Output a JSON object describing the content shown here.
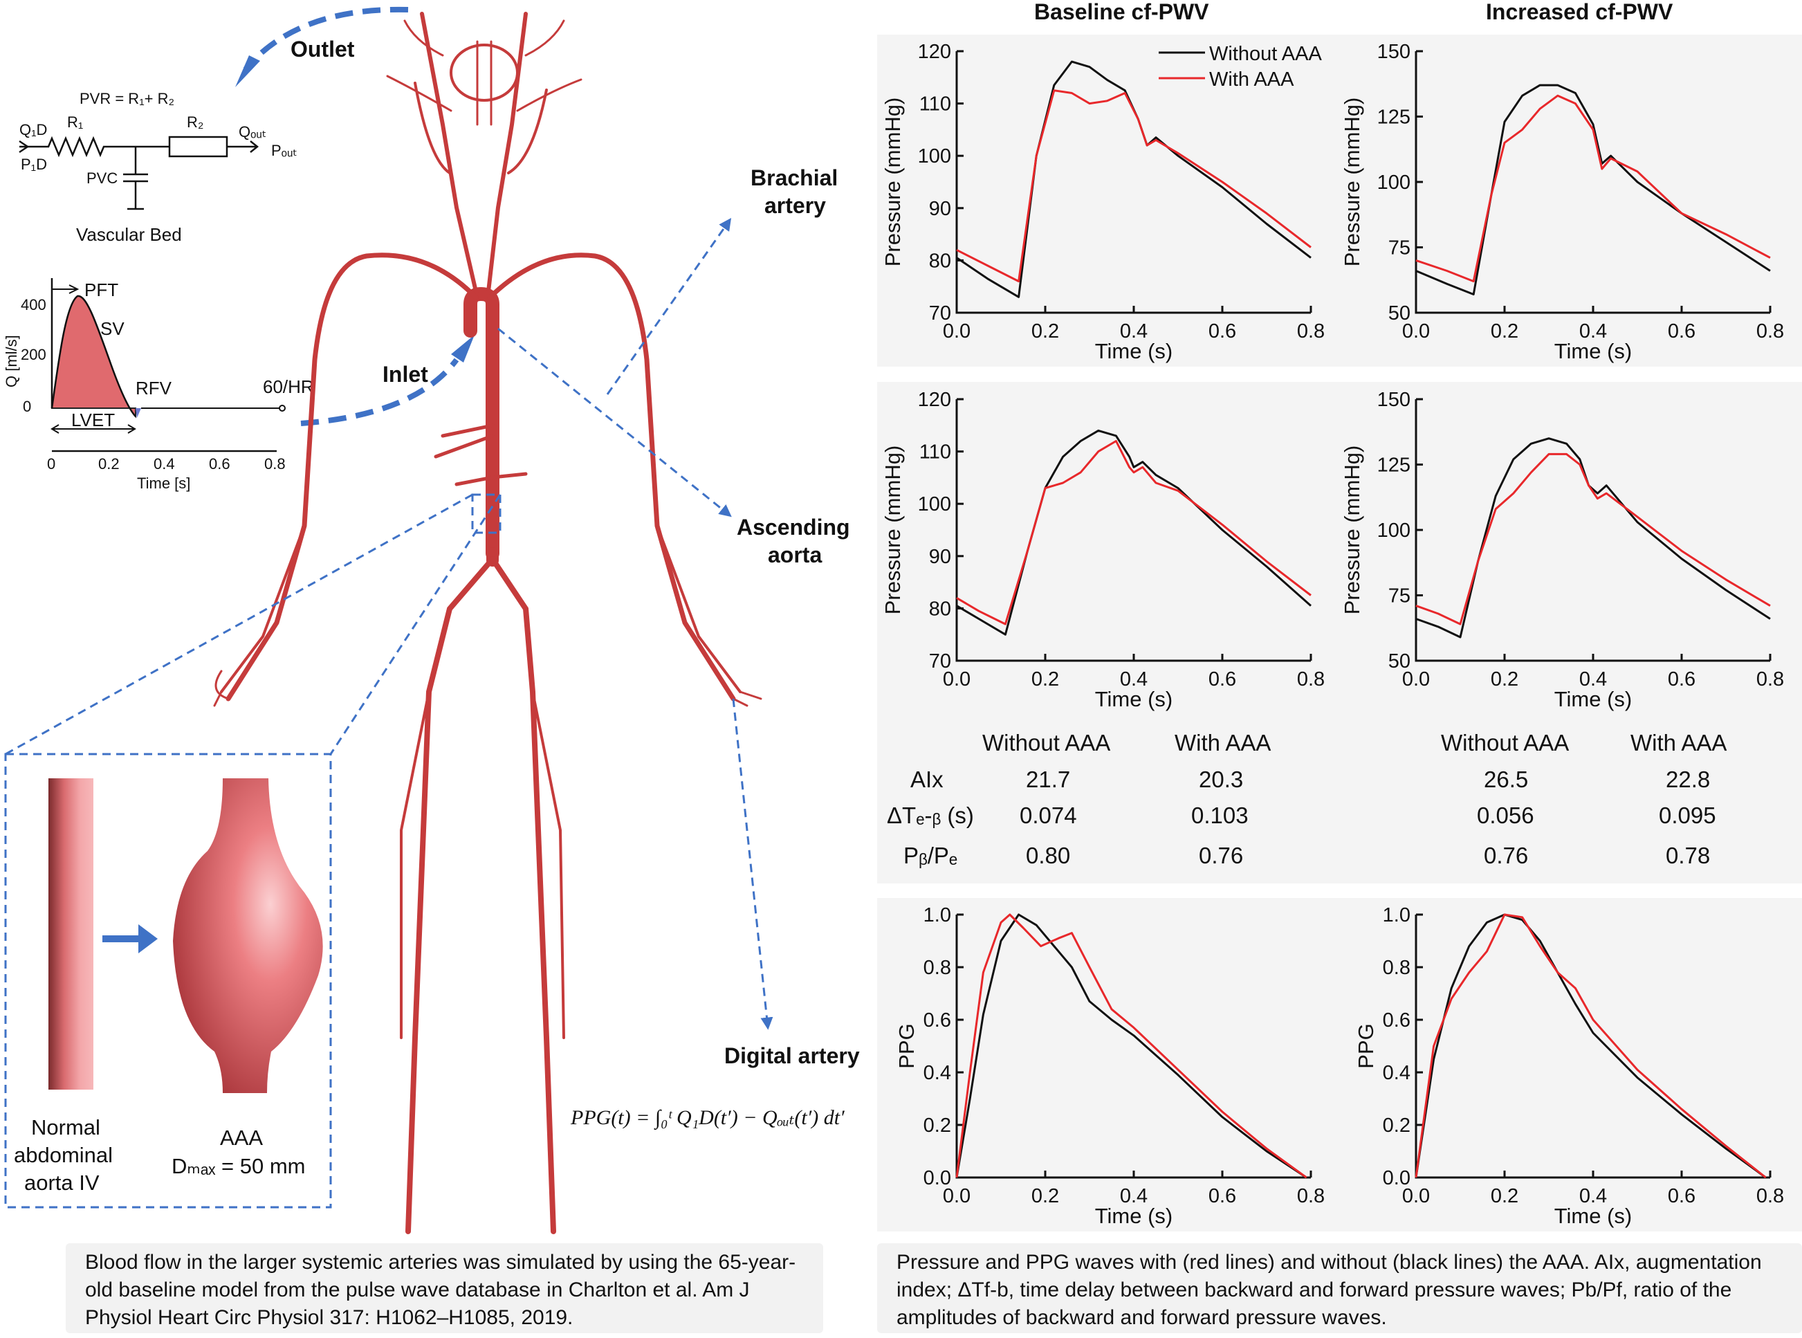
{
  "column_titles": [
    "Baseline cf-PWV",
    "Increased cf-PWV"
  ],
  "labels": {
    "outlet": "Outlet",
    "inlet": "Inlet",
    "brachial": [
      "Brachial",
      "artery"
    ],
    "ascending": [
      "Ascending",
      "aorta"
    ],
    "digital": "Digital artery"
  },
  "circuit": {
    "pvr": "PVR = R₁+ R₂",
    "q1d": "Q₁D",
    "p1d": "P₁D",
    "r1": "R₁",
    "r2": "R₂",
    "qout": "Qₒᵤₜ",
    "pout": "Pₒᵤₜ",
    "pvc": "PVC",
    "bed": "Vascular Bed"
  },
  "inflow": {
    "pft": "PFT",
    "sv": "SV",
    "rfv": "RFV",
    "lvet": "LVET",
    "hr": "60/HR",
    "ylabel": "Q  [ml/s]",
    "xlabel": "Time [s]",
    "yticks": [
      "0",
      "200",
      "400"
    ],
    "xticks": [
      "0",
      "0.2",
      "0.4",
      "0.6",
      "0.8"
    ]
  },
  "aaa": {
    "normal": [
      "Normal",
      "abdominal",
      "aorta IV"
    ],
    "aaa": "AAA",
    "dmax": "Dₘₐₓ = 50 mm"
  },
  "ppg_formula": "PPG(t) = ∫₀ᵗ Q₁D(t′) − Qₒᵤₜ(t′) dt′",
  "legend": [
    "Without AAA",
    "With AAA"
  ],
  "colors": {
    "without": "#111111",
    "with": "#e8282b",
    "artery": "#c53b3b",
    "dash": "#3f72c6",
    "aaa_fill": "#e4676b"
  },
  "table": {
    "headers": [
      "Without AAA",
      "With AAA",
      "Without AAA",
      "With AAA"
    ],
    "rows": [
      {
        "label": "AIx",
        "values": [
          "21.7",
          "20.3",
          "26.5",
          "22.8"
        ]
      },
      {
        "label": "ΔTₑ-ᵦ (s)",
        "values": [
          "0.074",
          "0.103",
          "0.056",
          "0.095"
        ]
      },
      {
        "label": "Pᵦ/Pₑ",
        "values": [
          "0.80",
          "0.76",
          "0.76",
          "0.78"
        ]
      }
    ]
  },
  "caption_left": "Blood flow in the larger systemic arteries was simulated by using the 65-year-old baseline model from the pulse wave database in Charlton et al. Am J Physiol Heart Circ Physiol 317: H1062–H1085, 2019.",
  "caption_right": "Pressure and PPG waves with (red lines) and without (black lines) the AAA. AIx, augmentation index; ΔTf-b, time delay between backward and forward pressure waves; Pb/Pf, ratio of the amplitudes of backward and forward pressure waves.",
  "chart_data": [
    {
      "type": "line",
      "title": "",
      "xlabel": "Time (s)",
      "ylabel": "Pressure (mmHg)",
      "xlim": [
        0,
        0.8
      ],
      "ylim": [
        70,
        120
      ],
      "xticks": [
        0.0,
        0.2,
        0.4,
        0.6,
        0.8
      ],
      "yticks": [
        70,
        80,
        90,
        100,
        110,
        120
      ],
      "legend": "top-right",
      "series": [
        {
          "name": "Without AAA",
          "x": [
            0,
            0.07,
            0.14,
            0.18,
            0.22,
            0.26,
            0.3,
            0.34,
            0.38,
            0.41,
            0.43,
            0.45,
            0.5,
            0.6,
            0.7,
            0.8
          ],
          "y": [
            80.5,
            76.5,
            73,
            100,
            113.5,
            118,
            117,
            114.5,
            112.5,
            107,
            102,
            103.5,
            100,
            94,
            87,
            80.5
          ]
        },
        {
          "name": "With AAA",
          "x": [
            0,
            0.07,
            0.14,
            0.18,
            0.22,
            0.26,
            0.3,
            0.34,
            0.38,
            0.41,
            0.43,
            0.45,
            0.5,
            0.6,
            0.7,
            0.8
          ],
          "y": [
            82,
            79,
            76,
            100,
            112.5,
            112,
            110,
            110.5,
            112,
            107,
            102,
            103,
            100.5,
            95,
            89,
            82.5
          ]
        }
      ]
    },
    {
      "type": "line",
      "title": "",
      "xlabel": "Time (s)",
      "ylabel": "Pressure (mmHg)",
      "xlim": [
        0,
        0.8
      ],
      "ylim": [
        50,
        150
      ],
      "xticks": [
        0.0,
        0.2,
        0.4,
        0.6,
        0.8
      ],
      "yticks": [
        50,
        75,
        100,
        125,
        150
      ],
      "series": [
        {
          "name": "Without AAA",
          "x": [
            0,
            0.07,
            0.13,
            0.17,
            0.2,
            0.24,
            0.28,
            0.32,
            0.36,
            0.4,
            0.42,
            0.44,
            0.5,
            0.6,
            0.7,
            0.8
          ],
          "y": [
            66,
            61,
            57,
            95,
            123,
            133,
            137,
            137,
            134,
            122,
            107,
            110,
            100,
            88,
            77,
            66
          ]
        },
        {
          "name": "With AAA",
          "x": [
            0,
            0.07,
            0.13,
            0.17,
            0.2,
            0.24,
            0.28,
            0.32,
            0.36,
            0.4,
            0.42,
            0.44,
            0.5,
            0.6,
            0.7,
            0.8
          ],
          "y": [
            70,
            66,
            62,
            95,
            115,
            120,
            128,
            133,
            130,
            120,
            105,
            109,
            104,
            88,
            80,
            71
          ]
        }
      ]
    },
    {
      "type": "line",
      "title": "",
      "xlabel": "Time (s)",
      "ylabel": "Pressure (mmHg)",
      "xlim": [
        0,
        0.8
      ],
      "ylim": [
        70,
        120
      ],
      "xticks": [
        0.0,
        0.2,
        0.4,
        0.6,
        0.8
      ],
      "yticks": [
        70,
        80,
        90,
        100,
        110,
        120
      ],
      "series": [
        {
          "name": "Without AAA",
          "x": [
            0,
            0.05,
            0.11,
            0.16,
            0.2,
            0.24,
            0.28,
            0.32,
            0.36,
            0.39,
            0.4,
            0.42,
            0.45,
            0.5,
            0.6,
            0.7,
            0.8
          ],
          "y": [
            80.5,
            78,
            75,
            91,
            103,
            109,
            112,
            114,
            113,
            109,
            107,
            108,
            105.5,
            103,
            95,
            88,
            80.5
          ]
        },
        {
          "name": "With AAA",
          "x": [
            0,
            0.05,
            0.11,
            0.16,
            0.2,
            0.24,
            0.28,
            0.32,
            0.36,
            0.39,
            0.4,
            0.42,
            0.45,
            0.5,
            0.6,
            0.7,
            0.8
          ],
          "y": [
            82,
            79.5,
            77,
            91,
            103,
            104,
            106,
            110,
            112,
            107,
            106,
            107,
            104,
            102.5,
            96,
            89,
            82.5
          ]
        }
      ]
    },
    {
      "type": "line",
      "title": "",
      "xlabel": "Time (s)",
      "ylabel": "Pressure (mmHg)",
      "xlim": [
        0,
        0.8
      ],
      "ylim": [
        50,
        150
      ],
      "xticks": [
        0.0,
        0.2,
        0.4,
        0.6,
        0.8
      ],
      "yticks": [
        50,
        75,
        100,
        125,
        150
      ],
      "series": [
        {
          "name": "Without AAA",
          "x": [
            0,
            0.05,
            0.1,
            0.14,
            0.18,
            0.22,
            0.26,
            0.3,
            0.34,
            0.37,
            0.39,
            0.41,
            0.43,
            0.5,
            0.6,
            0.7,
            0.8
          ],
          "y": [
            66,
            63,
            59,
            88,
            113,
            127,
            133,
            135,
            133,
            127,
            117,
            114,
            117,
            103,
            89,
            77,
            66
          ]
        },
        {
          "name": "With AAA",
          "x": [
            0,
            0.05,
            0.1,
            0.14,
            0.18,
            0.22,
            0.26,
            0.3,
            0.34,
            0.37,
            0.39,
            0.41,
            0.43,
            0.5,
            0.6,
            0.7,
            0.8
          ],
          "y": [
            71,
            68,
            64,
            88,
            108,
            114,
            122,
            129,
            129,
            125,
            117,
            112,
            114,
            105,
            92,
            81,
            71
          ]
        }
      ]
    },
    {
      "type": "line",
      "title": "",
      "xlabel": "Time (s)",
      "ylabel": "PPG",
      "xlim": [
        0,
        0.8
      ],
      "ylim": [
        0,
        1
      ],
      "xticks": [
        0.0,
        0.2,
        0.4,
        0.6,
        0.8
      ],
      "yticks": [
        0.0,
        0.2,
        0.4,
        0.6,
        0.8,
        1.0
      ],
      "series": [
        {
          "name": "Without AAA",
          "x": [
            0,
            0.03,
            0.06,
            0.1,
            0.14,
            0.18,
            0.22,
            0.26,
            0.3,
            0.35,
            0.4,
            0.5,
            0.6,
            0.7,
            0.79
          ],
          "y": [
            0,
            0.3,
            0.62,
            0.9,
            1.0,
            0.96,
            0.88,
            0.8,
            0.67,
            0.6,
            0.54,
            0.39,
            0.23,
            0.1,
            0
          ]
        },
        {
          "name": "With AAA",
          "x": [
            0,
            0.03,
            0.06,
            0.1,
            0.12,
            0.15,
            0.19,
            0.23,
            0.26,
            0.3,
            0.35,
            0.4,
            0.5,
            0.6,
            0.7,
            0.79
          ],
          "y": [
            0,
            0.4,
            0.78,
            0.97,
            1.0,
            0.95,
            0.88,
            0.91,
            0.93,
            0.8,
            0.64,
            0.57,
            0.41,
            0.25,
            0.11,
            0
          ]
        }
      ]
    },
    {
      "type": "line",
      "title": "",
      "xlabel": "Time (s)",
      "ylabel": "PPG",
      "xlim": [
        0,
        0.8
      ],
      "ylim": [
        0,
        1
      ],
      "xticks": [
        0.0,
        0.2,
        0.4,
        0.6,
        0.8
      ],
      "yticks": [
        0.0,
        0.2,
        0.4,
        0.6,
        0.8,
        1.0
      ],
      "series": [
        {
          "name": "Without AAA",
          "x": [
            0,
            0.04,
            0.08,
            0.12,
            0.16,
            0.2,
            0.24,
            0.28,
            0.32,
            0.36,
            0.4,
            0.5,
            0.6,
            0.7,
            0.79
          ],
          "y": [
            0,
            0.45,
            0.72,
            0.88,
            0.97,
            1.0,
            0.98,
            0.9,
            0.78,
            0.66,
            0.55,
            0.38,
            0.24,
            0.11,
            0
          ]
        },
        {
          "name": "With AAA",
          "x": [
            0,
            0.04,
            0.08,
            0.12,
            0.16,
            0.2,
            0.24,
            0.28,
            0.32,
            0.36,
            0.4,
            0.5,
            0.6,
            0.7,
            0.79
          ],
          "y": [
            0,
            0.5,
            0.68,
            0.78,
            0.86,
            1.0,
            0.99,
            0.88,
            0.78,
            0.72,
            0.6,
            0.41,
            0.26,
            0.12,
            0
          ]
        }
      ]
    }
  ]
}
